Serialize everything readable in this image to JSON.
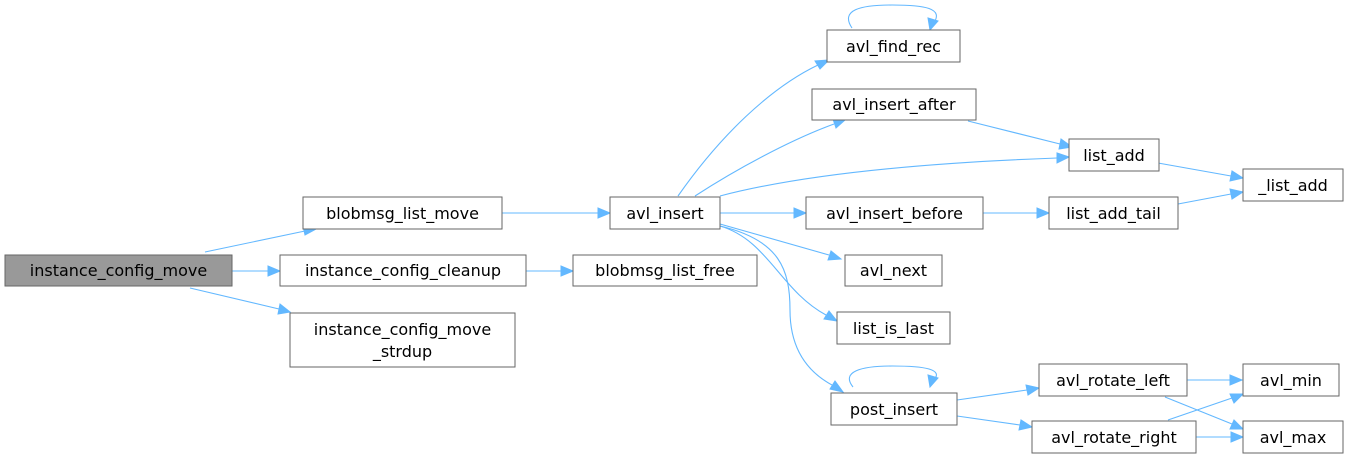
{
  "nodes": {
    "instance_config_move": "instance_config_move",
    "blobmsg_list_move": "blobmsg_list_move",
    "instance_config_cleanup": "instance_config_cleanup",
    "instance_config_move_strdup_1": "instance_config_move",
    "instance_config_move_strdup_2": "_strdup",
    "avl_insert": "avl_insert",
    "blobmsg_list_free": "blobmsg_list_free",
    "avl_find_rec": "avl_find_rec",
    "avl_insert_after": "avl_insert_after",
    "list_add": "list_add",
    "_list_add": "_list_add",
    "avl_insert_before": "avl_insert_before",
    "list_add_tail": "list_add_tail",
    "avl_next": "avl_next",
    "list_is_last": "list_is_last",
    "post_insert": "post_insert",
    "avl_rotate_left": "avl_rotate_left",
    "avl_rotate_right": "avl_rotate_right",
    "avl_min": "avl_min",
    "avl_max": "avl_max"
  },
  "colors": {
    "edge": "#63b8ff",
    "root_fill": "#999999",
    "node_border": "#666666"
  }
}
